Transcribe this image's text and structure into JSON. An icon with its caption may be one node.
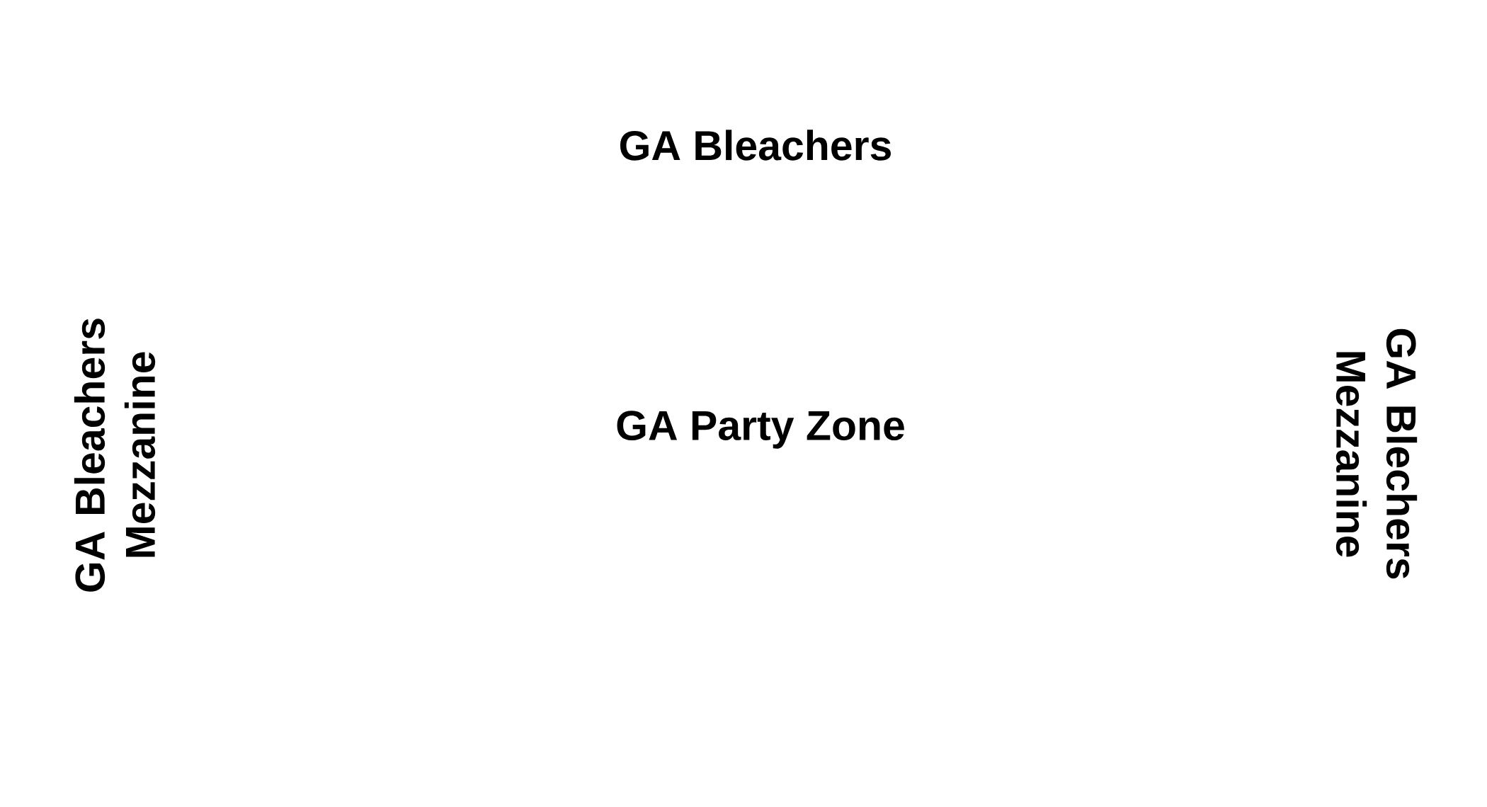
{
  "diagram": {
    "labels": [
      "GA Bleachers",
      "GA Bleachers Mezzanine",
      "GA Party Zone",
      "GA Blechers Mezzanine"
    ]
  }
}
